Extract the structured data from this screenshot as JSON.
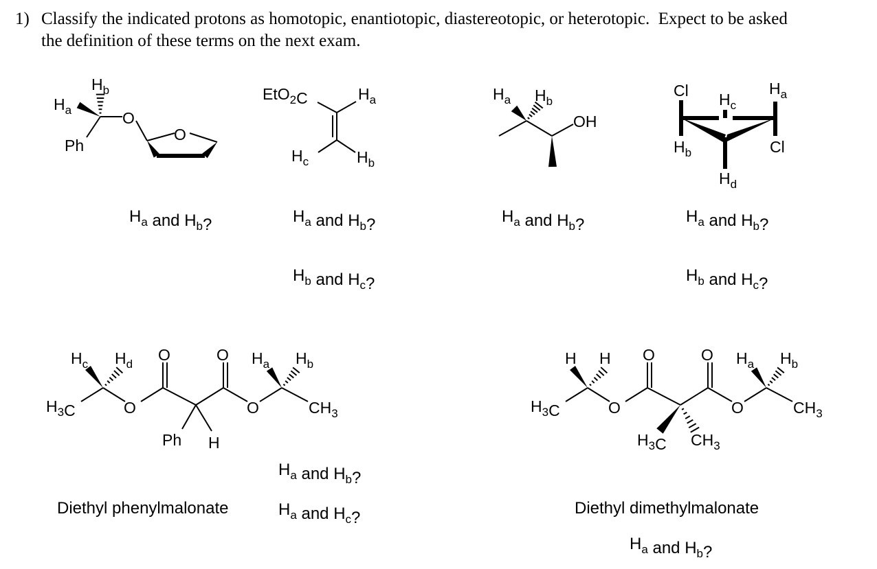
{
  "question": {
    "number": "1)",
    "line1": "Classify the indicated protons as homotopic, enantiotopic, diastereotopic, or heterotopic.  Expect to be asked",
    "line2": "the definition of these terms on the next exam."
  },
  "molecules": {
    "m1": {
      "Ha": "H_a",
      "Hb": "H_b",
      "Ph": "Ph",
      "O1": "O",
      "O2": "O"
    },
    "m2": {
      "ester": "EtO_2C",
      "Ha": "H_a",
      "Hb": "H_b",
      "Hc": "H_c"
    },
    "m3": {
      "Ha": "H_a",
      "Hb": "H_b",
      "OH": "OH"
    },
    "m4": {
      "Cl1": "Cl",
      "Cl2": "Cl",
      "Ha": "H_a",
      "Hb": "H_b",
      "Hc": "H_c",
      "Hd": "H_d"
    },
    "m5": {
      "H3C": "H_3C",
      "Hc": "H_c",
      "Hd": "H_d",
      "O1": "O",
      "O2": "O",
      "O3": "O",
      "O4": "O",
      "Ph": "Ph",
      "H": "H",
      "Ha": "H_a",
      "Hb": "H_b",
      "CH3": "CH_3",
      "name": "Diethyl phenylmalonate"
    },
    "m6": {
      "H3C": "H_3C",
      "H1": "H",
      "H2": "H",
      "O1": "O",
      "O2": "O",
      "O3": "O",
      "O4": "O",
      "Me1": "H_3C",
      "Me2": "CH_3",
      "Ha": "H_a",
      "Hb": "H_b",
      "CH3": "CH_3",
      "name": "Diethyl dimethylmalonate"
    }
  },
  "prompts": {
    "m1_ab": "H_a and H_b?",
    "m2_ab": "H_a and H_b?",
    "m2_bc": "H_b and H_c?",
    "m3_ab": "H_a and H_b?",
    "m4_ab": "H_a and H_b?",
    "m4_bc": "H_b and H_c?",
    "m5_ab": "H_a and H_b?",
    "m5_ac": "H_a and H_c?",
    "m6_ab": "H_a and H_b?"
  }
}
